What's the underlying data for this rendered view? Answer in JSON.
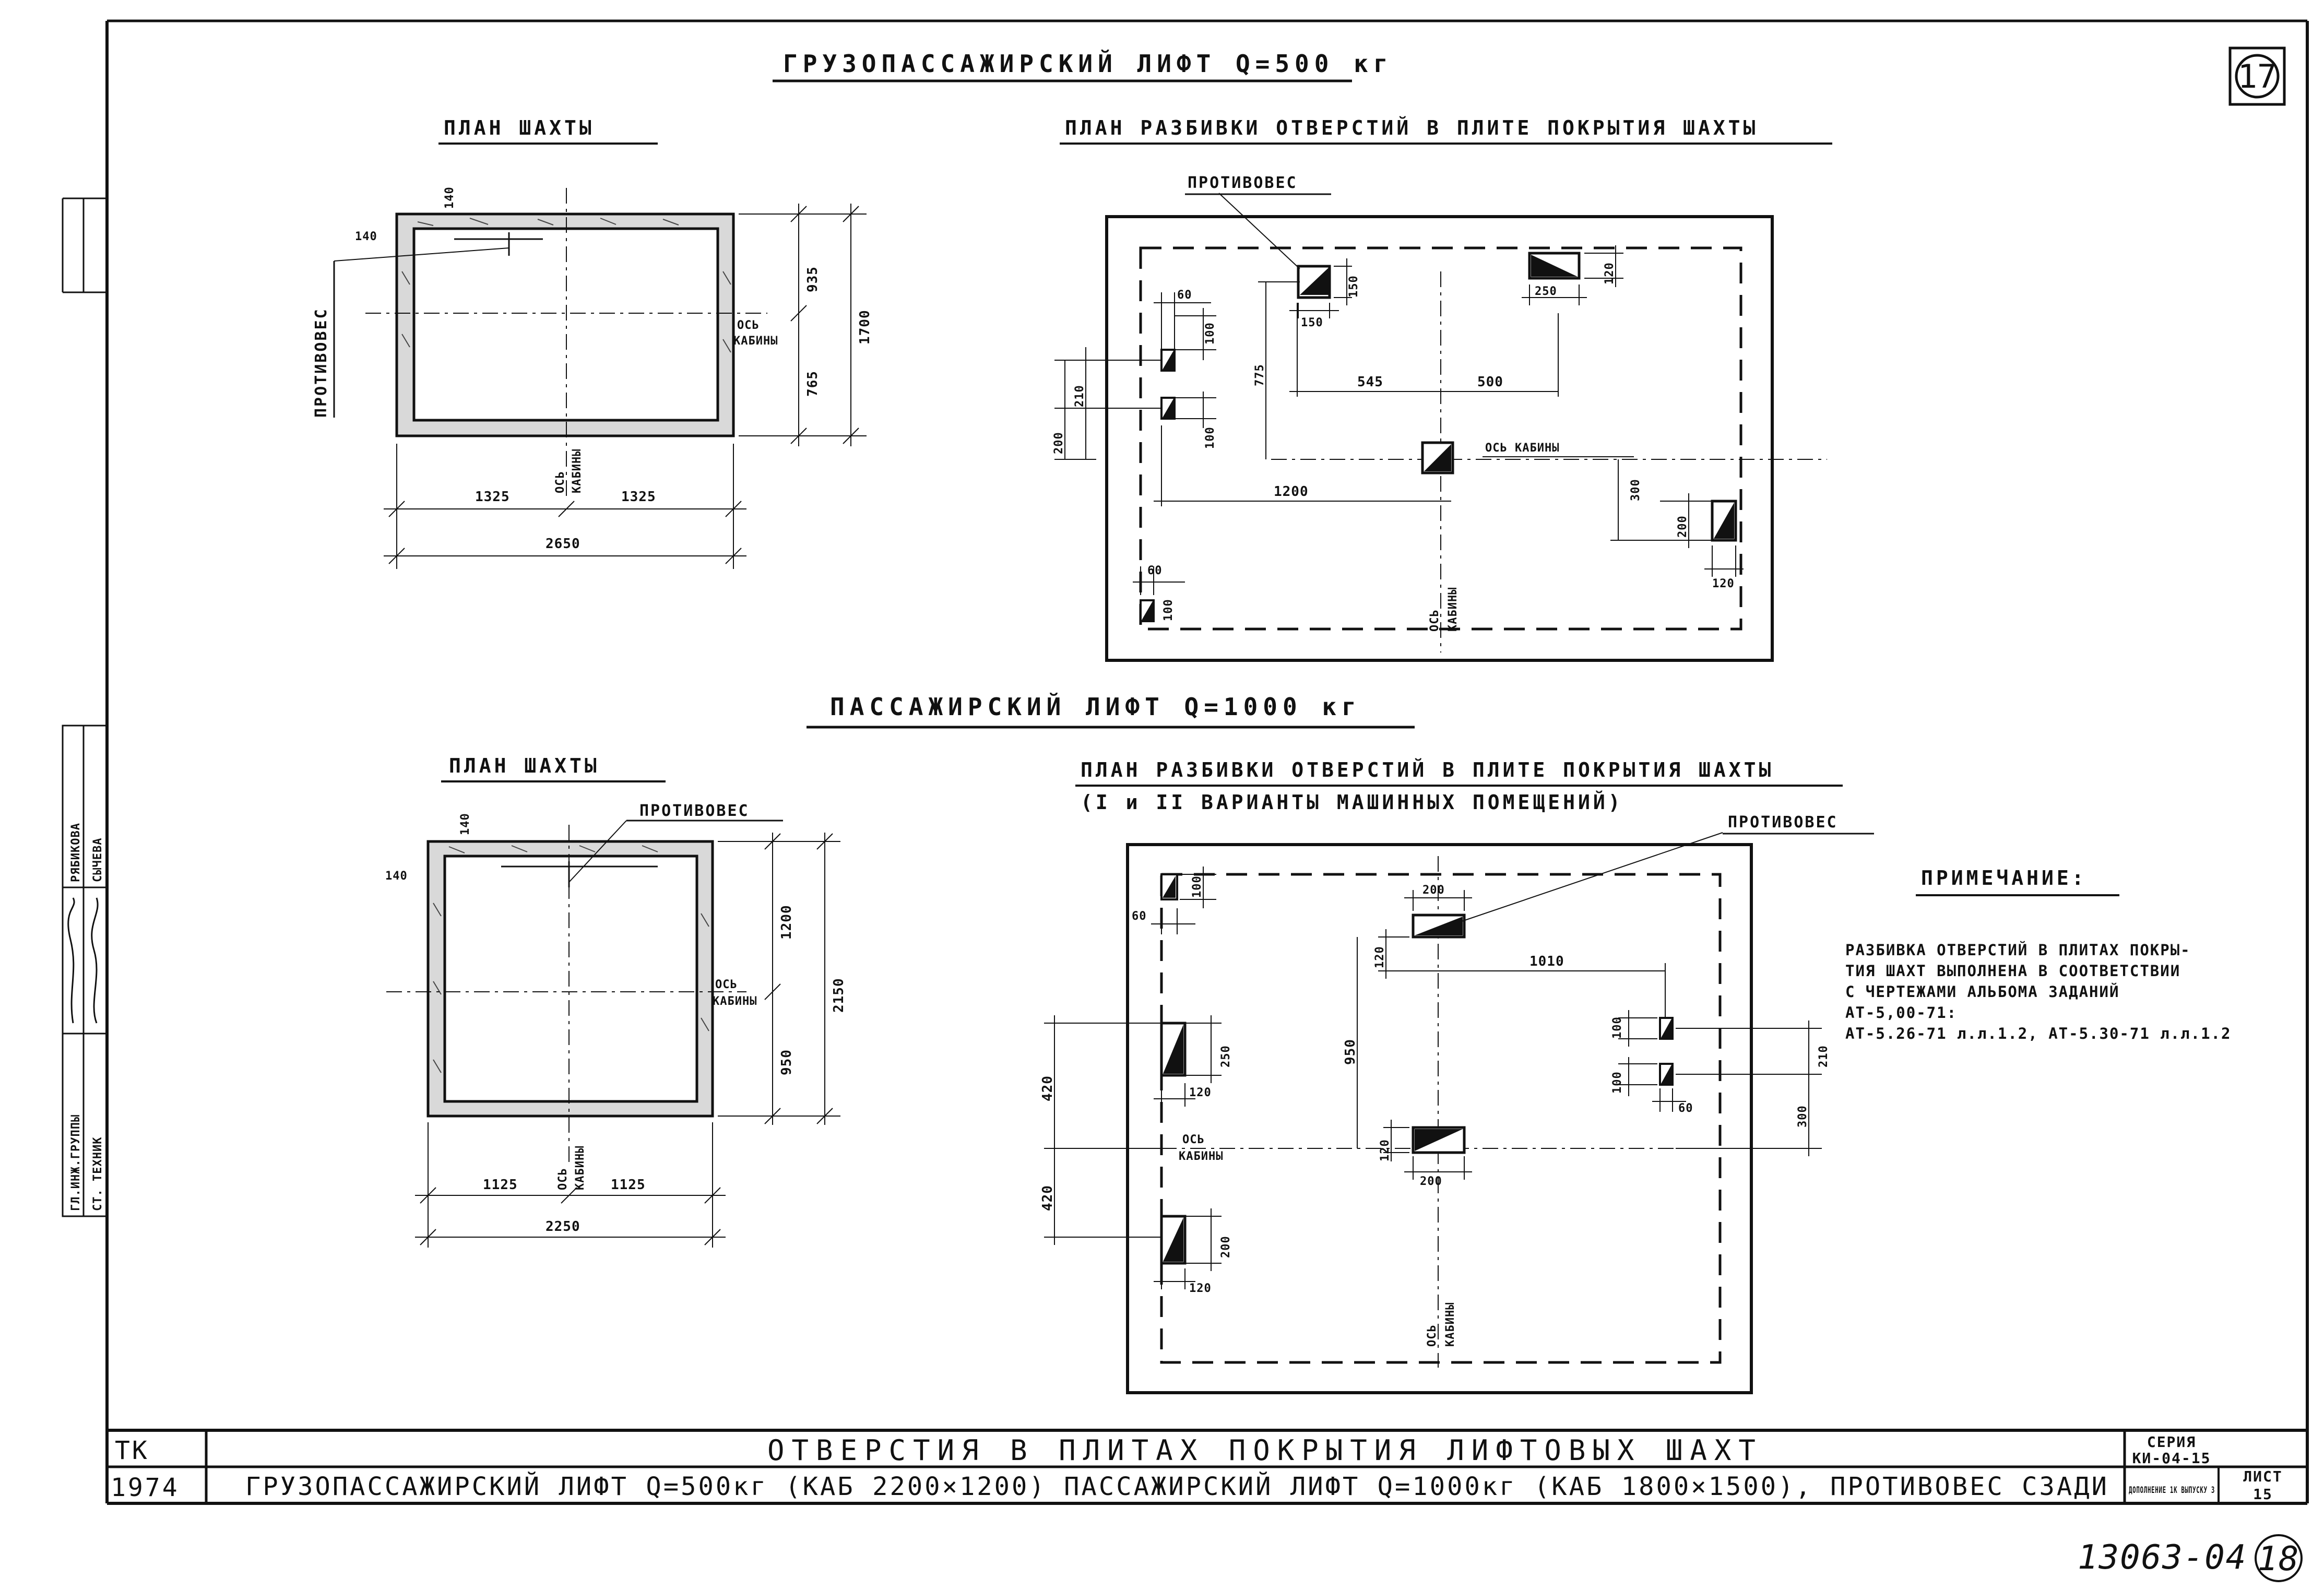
{
  "titles": {
    "freight_lift": "ГРУЗОПАССАЖИРСКИЙ ЛИФТ Q=500 кг",
    "passenger_lift": "ПАССАЖИРСКИЙ ЛИФТ Q=1000 кг"
  },
  "top": {
    "shaft_plan": {
      "title": "ПЛАН ШАХТЫ",
      "counterweight": "ПРОТИВОВЕС",
      "axis_label_1": "ОСЬ",
      "axis_label_2": "КАБИНЫ",
      "dims": {
        "w_left": "1325",
        "w_right": "1325",
        "w_total": "2650",
        "h_top": "935",
        "h_bottom": "765",
        "h_total": "1700",
        "wall_top": "140",
        "wall_left": "140"
      }
    },
    "hole_plan": {
      "title": "ПЛАН РАЗБИВКИ ОТВЕРСТИЙ В ПЛИТЕ ПОКРЫТИЯ ШАХТЫ",
      "counterweight": "ПРОТИВОВЕС",
      "axis_label": "ОСЬ КАБИНЫ",
      "axis_v1": "ОСЬ",
      "axis_v2": "КАБИНЫ",
      "dims": [
        "60",
        "100",
        "210",
        "200",
        "100",
        "775",
        "150",
        "150",
        "250",
        "120",
        "545",
        "500",
        "1200",
        "300",
        "200",
        "120",
        "60",
        "100"
      ]
    }
  },
  "bottom": {
    "shaft_plan": {
      "title": "ПЛАН ШАХТЫ",
      "counterweight": "ПРОТИВОВЕС",
      "axis_label_1": "ОСЬ",
      "axis_label_2": "КАБИНЫ",
      "dims": {
        "w_left": "1125",
        "w_right": "1125",
        "w_total": "2250",
        "h_top": "1200",
        "h_bottom": "950",
        "h_total": "2150",
        "wall_top": "140",
        "wall_left": "140"
      }
    },
    "hole_plan": {
      "title": "ПЛАН РАЗБИВКИ ОТВЕРСТИЙ В ПЛИТЕ ПОКРЫТИЯ ШАХТЫ",
      "subtitle": "(I и II ВАРИАНТЫ МАШИННЫХ ПОМЕЩЕНИЙ)",
      "counterweight": "ПРОТИВОВЕС",
      "axis_label_1": "ОСЬ",
      "axis_label_2": "КАБИНЫ",
      "dims": [
        "60",
        "100",
        "200",
        "120",
        "1010",
        "950",
        "250",
        "120",
        "100",
        "210",
        "100",
        "300",
        "60",
        "420",
        "420",
        "120",
        "200",
        "200",
        "120"
      ]
    }
  },
  "note": {
    "title": "ПРИМЕЧАНИЕ:",
    "lines": [
      "РАЗБИВКА ОТВЕРСТИЙ В ПЛИТАХ ПОКРЫ-",
      "ТИЯ ШАХТ ВЫПОЛНЕНА В СООТВЕТСТВИИ",
      "С ЧЕРТЕЖАМИ АЛЬБОМА ЗАДАНИЙ",
      "АТ-5,00-71:",
      "АТ-5.26-71 л.л.1.2,  АТ-5.30-71 л.л.1.2"
    ]
  },
  "title_block": {
    "org": "ТК",
    "year": "1974",
    "title": "ОТВЕРСТИЯ В ПЛИТАХ ПОКРЫТИЯ ЛИФТОВЫХ ШАХТ",
    "subtitle": "ГРУЗОПАССАЖИРСКИЙ ЛИФТ Q=500кг (КАБ 2200×1200)  ПАССАЖИРСКИЙ ЛИФТ Q=1000кг (КАБ 1800×1500), ПРОТИВОВЕС СЗАДИ",
    "series_label": "СЕРИЯ",
    "series_value": "КИ-04-15",
    "supplement": "ДОПОЛНЕНИЕ 1К ВЫПУСКУ 3",
    "sheet_label": "ЛИСТ",
    "sheet_value": "15"
  },
  "side_stamp": {
    "roles": [
      "ГЛ.ИНЖ.ГРУППЫ",
      "СТ. ТЕХНИК"
    ],
    "names": [
      "РЯБИКОВА",
      "СЫЧЕВА"
    ]
  },
  "sheet_number": "17",
  "archive_number": "13063-04",
  "archive_page": "18"
}
